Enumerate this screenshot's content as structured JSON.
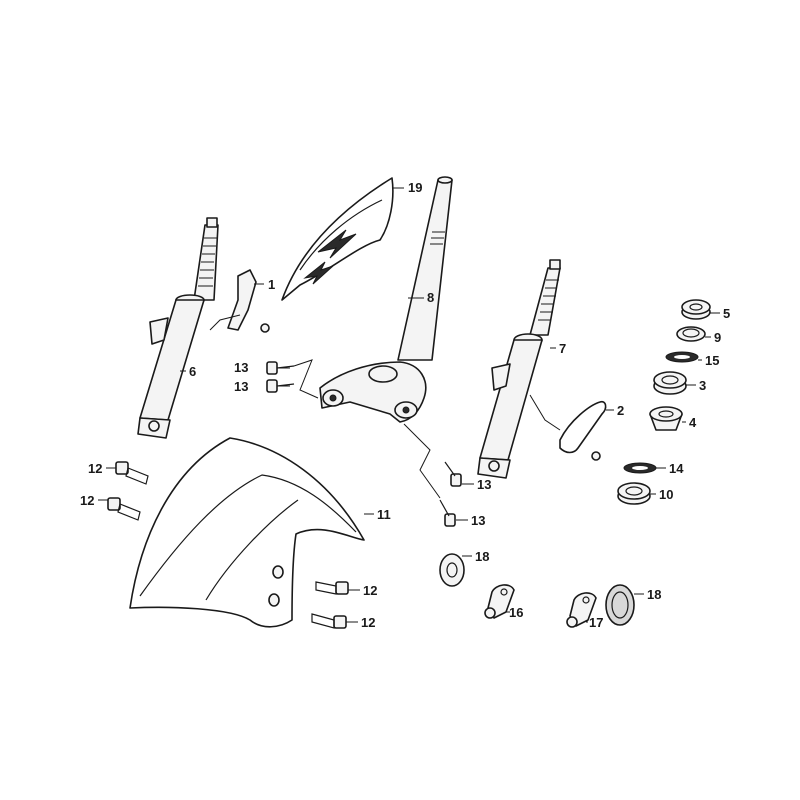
{
  "diagram": {
    "callouts": {
      "c1": "1",
      "c2": "2",
      "c3": "3",
      "c4": "4",
      "c5": "5",
      "c6": "6",
      "c7": "7",
      "c8": "8",
      "c9": "9",
      "c10": "10",
      "c11": "11",
      "c12a": "12",
      "c12b": "12",
      "c12c": "12",
      "c12d": "12",
      "c13a": "13",
      "c13b": "13",
      "c13c": "13",
      "c13d": "13",
      "c14": "14",
      "c15": "15",
      "c16": "16",
      "c17": "17",
      "c18a": "18",
      "c18b": "18",
      "c19": "19"
    }
  }
}
